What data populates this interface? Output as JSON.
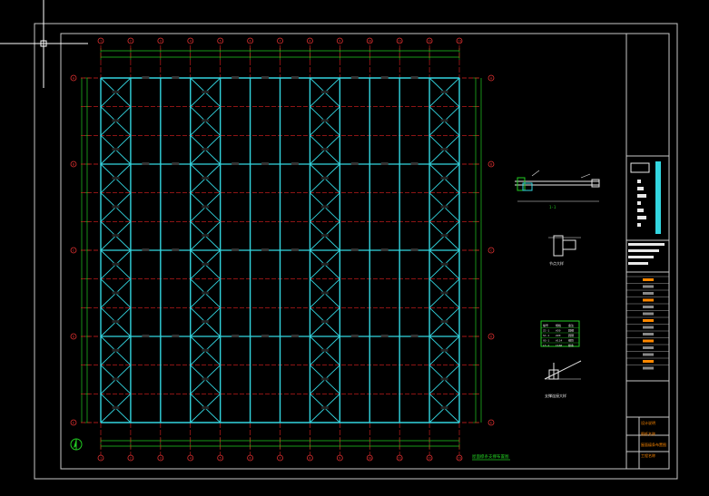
{
  "colors": {
    "background": "#000000",
    "frame": "#c8c8c8",
    "grid_axis": "#e02020",
    "structure": "#33d6e0",
    "dimension": "#22cc22",
    "bubble": "#e03030",
    "crosshair": "#ffffff",
    "title_text": "#e8e8e8",
    "highlight": "#ff8800"
  },
  "drawing": {
    "grid_columns": [
      "1",
      "2",
      "3",
      "4",
      "5",
      "6",
      "7",
      "8",
      "9",
      "10",
      "11",
      "12",
      "13"
    ],
    "grid_rows": [
      "A",
      "B",
      "C",
      "D",
      "E"
    ],
    "plan_title": "屋面檩条支撑布置图",
    "detail_labels": [
      "1-1",
      "节点大样",
      "支撑连接大样"
    ],
    "table": {
      "headers": [
        "编号",
        "规格",
        "备注"
      ],
      "rows": [
        [
          "ZC-1",
          "∅20",
          "圆钢"
        ],
        [
          "SC-1",
          "∅20",
          "圆钢"
        ],
        [
          "XG-1",
          "∅114",
          "钢管"
        ],
        [
          "LT-1",
          "C160",
          "檩条"
        ]
      ]
    },
    "title_block": {
      "lines": [
        "设计说明",
        "图纸名称",
        "屋面檩条布置图",
        "工程名称"
      ]
    }
  }
}
